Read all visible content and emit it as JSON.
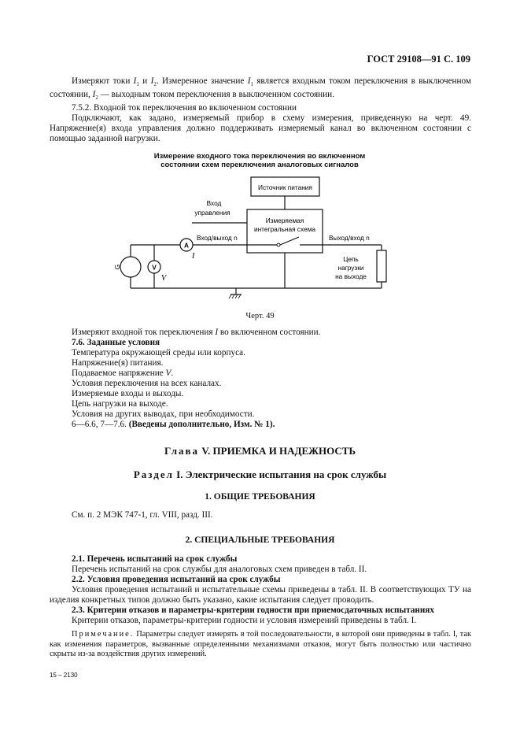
{
  "header": "ГОСТ 29108—91 С. 109",
  "intro": {
    "p1_a": "Измеряют токи ",
    "p1_i1": "I",
    "p1_sub1": "1",
    "p1_b": " и ",
    "p1_i2": "I",
    "p1_sub2": "2",
    "p1_c": ". Измеренное значение ",
    "p1_i3": "I",
    "p1_sub3": "1",
    "p1_d": " является входным током переключения в выключенном состоянии, ",
    "p1_i4": "I",
    "p1_sub4": "2",
    "p1_e": " — выходным током переключения в выключенном состоянии.",
    "p2": "7.5.2. Входной ток переключения во включенном состоянии",
    "p3": "Подключают, как задано, измеряемый прибор в схему измерения, приведенную на черт. 49. Напряжение(я) входа управления должно поддерживать измеряемый канал во включенном состоянии с помощью заданной нагрузки."
  },
  "figure": {
    "title_line1": "Измерение входного тока переключения во включенном",
    "title_line2": "состоянии схем переключения аналоговых сигналов",
    "power_source": "Источник питания",
    "control_input_line1": "Вход",
    "control_input_line2": "управления",
    "dut_line1": "Измеряемая",
    "dut_line2": "интегральная схема",
    "input_output": "Вход/выход n",
    "output_input": "Выход/вход n",
    "ammeter": "A",
    "current": "I",
    "voltmeter": "V",
    "voltage": "V",
    "source_label": "G",
    "load_line1": "Цепь",
    "load_line2": "нагрузки",
    "load_line3": "на выходе",
    "caption": "Черт. 49"
  },
  "after": {
    "measure_a": "Измеряют входной ток переключения ",
    "measure_i": "I",
    "measure_b": " во включенном состоянии.",
    "s76": "7.6. Заданные условия",
    "c1": "Температура окружающей среды или корпуса.",
    "c2": "Напряжение(я) питания.",
    "c3_a": "Подаваемое напряжение ",
    "c3_v": "V",
    "c3_b": ".",
    "c4": "Условия переключения на всех каналах.",
    "c5": "Измеряемые входы и выходы.",
    "c6": "Цепь нагрузки на выходе.",
    "c7": "Условия на других выводах, при необходимости.",
    "c8_a": "6—6.6, 7—7.6. ",
    "c8_b": "(Введены дополнительно, Изм. № 1)."
  },
  "chapter": {
    "prefix": "Глава",
    "title": " V. ПРИЕМКА И НАДЕЖНОСТЬ"
  },
  "section": {
    "prefix": "Раздел",
    "title": " I. Электрические испытания на срок службы"
  },
  "general": {
    "heading": "1. ОБЩИЕ ТРЕБОВАНИЯ",
    "text": "См. п. 2 МЭК 747-1, гл. VIII, разд. III."
  },
  "special": {
    "heading": "2. СПЕЦИАЛЬНЫЕ ТРЕБОВАНИЯ",
    "s21": "2.1. Перечень испытаний на срок службы",
    "t21": "Перечень испытаний на срок службы для аналоговых схем приведен в табл. II.",
    "s22": "2.2. Условия проведения испытаний на срок службы",
    "t22": "Условия проведения испытаний и испытательные схемы приведены в табл. II. В соответствующих ТУ на изделия конкретных типов должно быть указано, какие испытания следует проводить.",
    "s23": "2.3. Критерии отказов и параметры-критерии годности при приемосдаточных испытаниях",
    "t23": "Критерии отказов, параметры-критерии годности и условия измерений приведены в табл. I.",
    "note_prefix": "Примечание.",
    "note_text": " Параметры следует измерять в той последовательности, в которой они приведены в табл. I, так как изменения параметров, вызванные определенными механизмами отказов, могут быть полностью или частично скрыты из-за воздействия других измерений."
  },
  "footer": "15 – 2130"
}
